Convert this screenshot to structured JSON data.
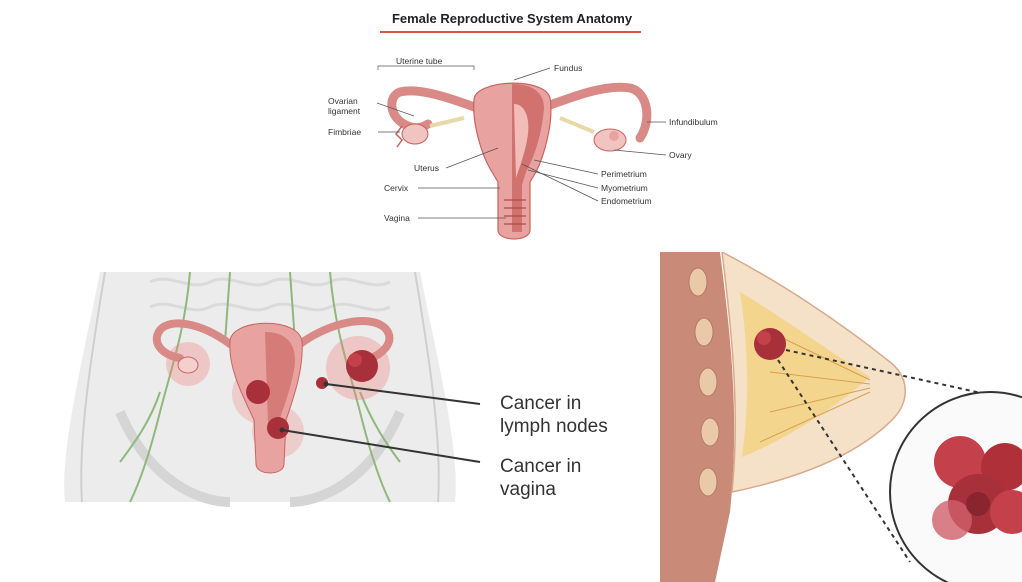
{
  "anatomy": {
    "title": "Female Reproductive System Anatomy",
    "labels": {
      "uterine_tube": "Uterine tube",
      "fundus": "Fundus",
      "ovarian_ligament_line1": "Ovarian",
      "ovarian_ligament_line2": "ligament",
      "infundibulum": "Infundibulum",
      "fimbriae": "Fimbriae",
      "ovary": "Ovary",
      "uterus": "Uterus",
      "perimetrium": "Perimetrium",
      "cervix": "Cervix",
      "myometrium": "Myometrium",
      "endometrium": "Endometrium",
      "vagina": "Vagina"
    }
  },
  "cancer_spread": {
    "lymph_line1": "Cancer in",
    "lymph_line2": "lymph nodes",
    "vagina_line1": "Cancer in",
    "vagina_line2": "vagina"
  },
  "colors": {
    "tissue": "#e8a3a0",
    "tissue_dark": "#c9625e",
    "tumor": "#a8303a",
    "lymph": "#8fb87a",
    "fat": "#f3d27f",
    "title_rule": "#d9534f"
  }
}
